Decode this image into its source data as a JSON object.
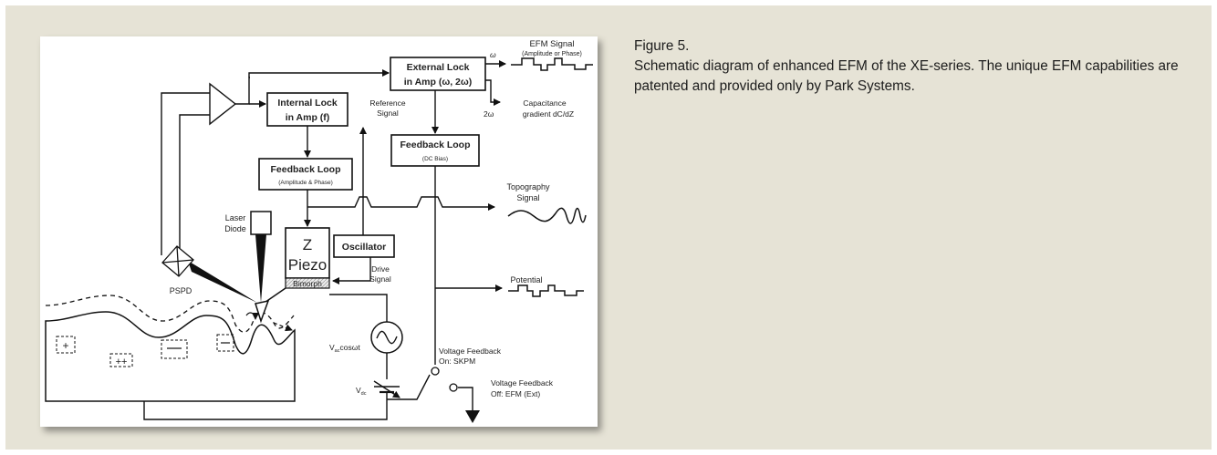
{
  "caption": {
    "figure_label": "Figure 5.",
    "text": "Schematic diagram of enhanced EFM of the XE-series.  The unique EFM capabilities are patented and provided only by Park Systems."
  },
  "diagram": {
    "external_lock_line1": "External Lock",
    "external_lock_line2": "in Amp (ω, 2ω)",
    "internal_lock_line1": "Internal Lock",
    "internal_lock_line2": "in Amp (f)",
    "feedback_dc_title": "Feedback Loop",
    "feedback_dc_sub": "(DC Bias)",
    "feedback_amp_title": "Feedback Loop",
    "feedback_amp_sub": "(Amplitude & Phase)",
    "efm_signal_line1": "EFM Signal",
    "efm_signal_line2": "(Amplitude or Phase)",
    "omega": "ω",
    "two_omega": "2ω",
    "capacitance_line1": "Capacitance",
    "capacitance_line2": "gradient dC/dZ",
    "reference_line1": "Reference",
    "reference_line2": "Signal",
    "topography_line1": "Topography",
    "topography_line2": "Signal",
    "laser_line1": "Laser",
    "laser_line2": "Diode",
    "z_label": "Z",
    "piezo_label": "Piezo",
    "bimorph_label": "Bimorph",
    "oscillator_label": "Oscillator",
    "drive_line1": "Drive",
    "drive_line2": "Signal",
    "potential_label": "Potential",
    "pspd_label": "PSPD",
    "vac_prefix": "V",
    "vac_sub": "ac",
    "vac_suffix": "cosωt",
    "vdc_prefix": "V",
    "vdc_sub": "dc",
    "vf_on_line1": "Voltage Feedback",
    "vf_on_line2": "On: SKPM",
    "vf_off_line1": "Voltage Feedback",
    "vf_off_line2": "Off: EFM (Ext)",
    "plus": "+",
    "plus_plus": "++"
  }
}
